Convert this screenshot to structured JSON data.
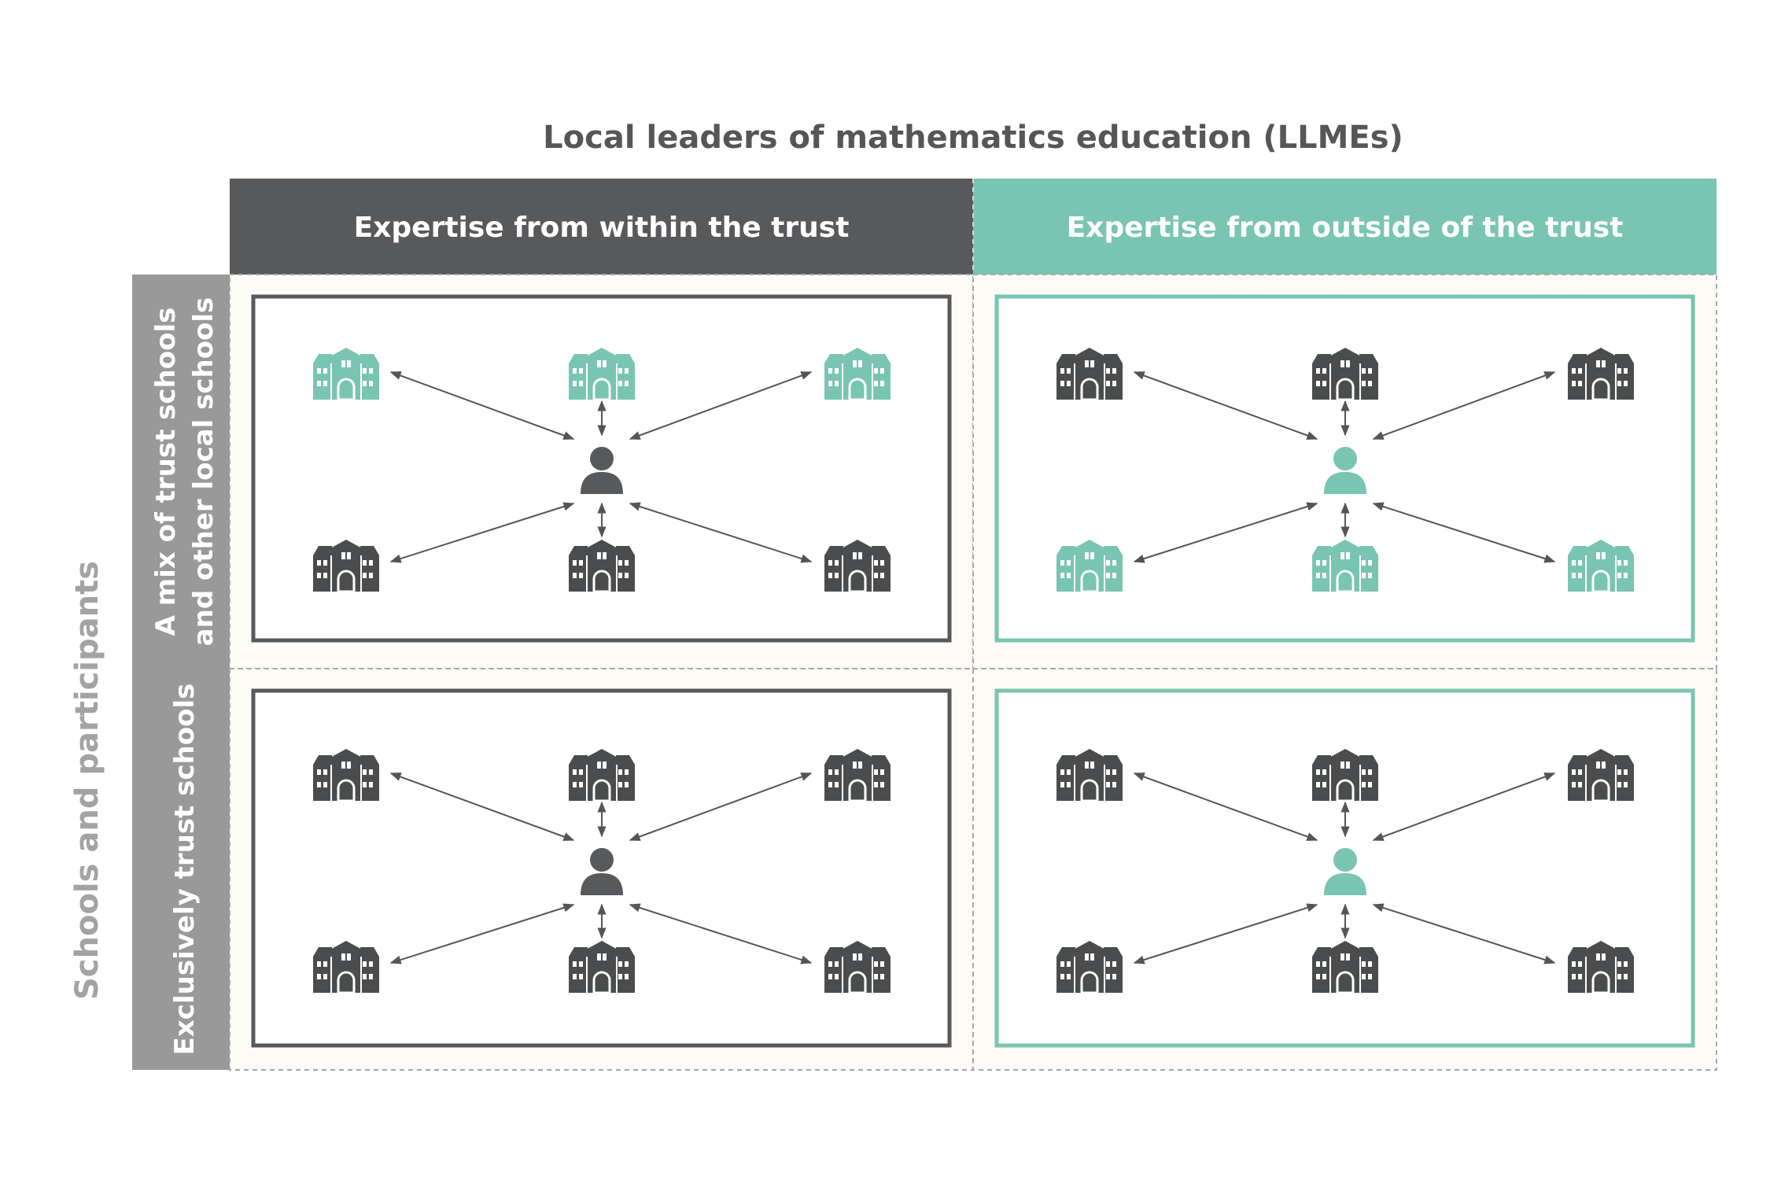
{
  "title": "Local leaders of mathematics education (LLMEs)",
  "y_axis_label": "Schools and participants",
  "columns": [
    {
      "label": "Expertise from within the trust",
      "color": "#58595b"
    },
    {
      "label": "Expertise from outside of the trust",
      "color": "#79c5b1"
    }
  ],
  "rows": [
    {
      "label_lines": [
        "A mix of trust schools",
        "and other local schools"
      ]
    },
    {
      "label_lines": [
        "Exclusively trust schools"
      ]
    }
  ],
  "colors": {
    "dark": "#58595b",
    "teal": "#79c5b1",
    "school_dark": "#4b4c4d",
    "row_header": "#999999",
    "cell_bg": "#fcfbf5",
    "dashed_border": "#a8a8a8",
    "arrow": "#555555"
  },
  "cells": [
    {
      "row": 0,
      "col": 0,
      "leader": "dark",
      "top_schools": "teal",
      "bottom_schools": "dark"
    },
    {
      "row": 0,
      "col": 1,
      "leader": "teal",
      "top_schools": "dark",
      "bottom_schools": "teal"
    },
    {
      "row": 1,
      "col": 0,
      "leader": "dark",
      "top_schools": "dark",
      "bottom_schools": "dark"
    },
    {
      "row": 1,
      "col": 1,
      "leader": "teal",
      "top_schools": "dark",
      "bottom_schools": "dark"
    }
  ],
  "icons": {
    "leader": "person-icon",
    "school": "school-building-icon"
  }
}
